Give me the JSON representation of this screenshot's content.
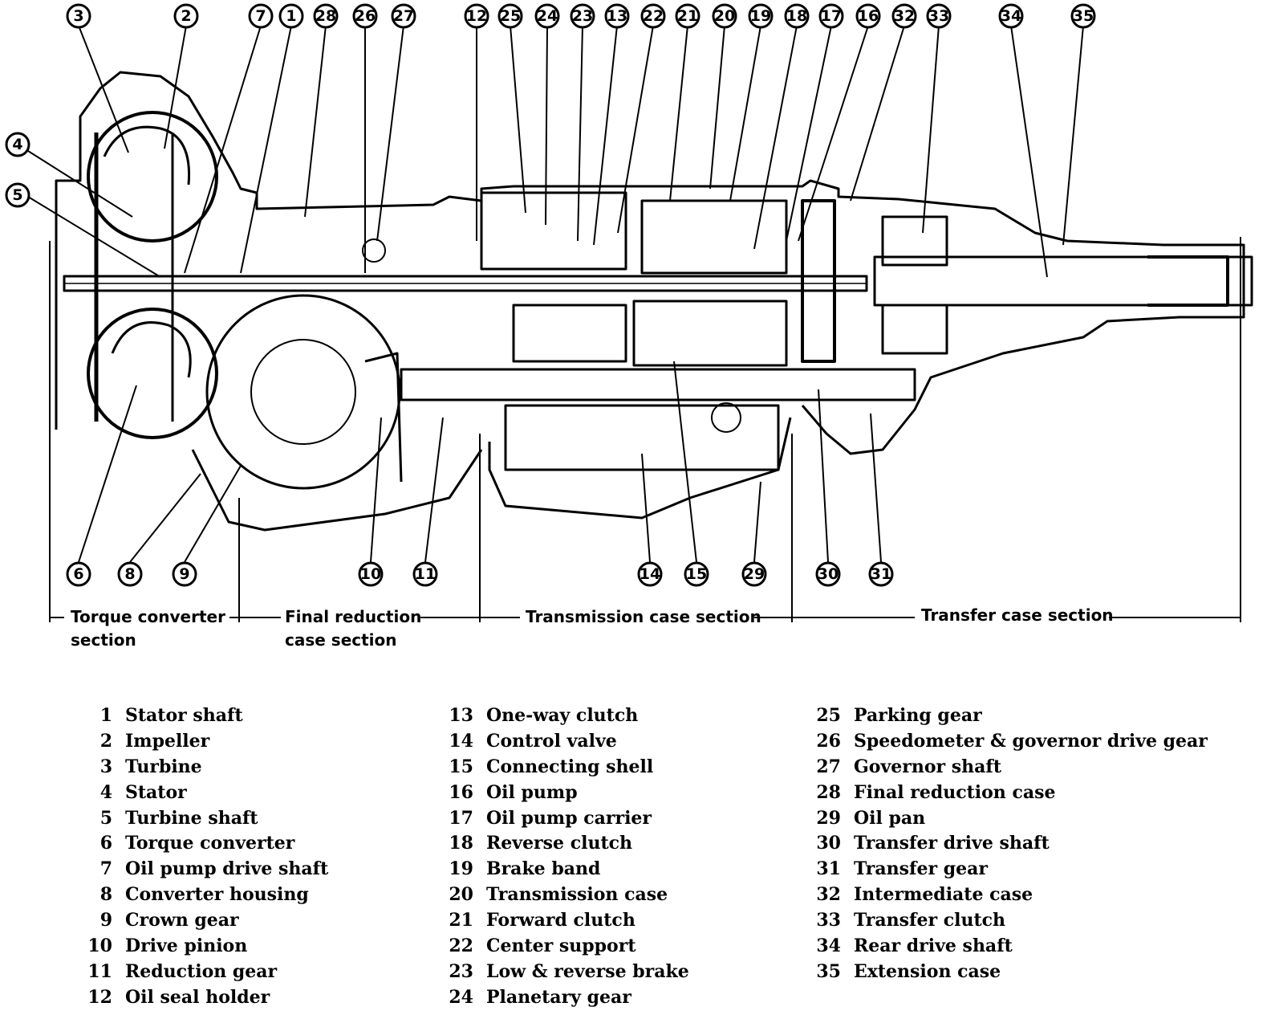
{
  "callouts": [
    "3",
    "2",
    "7",
    "1",
    "28",
    "26",
    "27",
    "12",
    "25",
    "24",
    "23",
    "13",
    "22",
    "21",
    "20",
    "19",
    "18",
    "17",
    "16",
    "32",
    "33",
    "34",
    "35",
    "4",
    "5",
    "6",
    "8",
    "9",
    "10",
    "11",
    "14",
    "15",
    "29",
    "30",
    "31"
  ],
  "sections": {
    "torque": "Torque converter",
    "torque_2": "section",
    "final": "Final reduction",
    "final_2": "case section",
    "transmission": "Transmission case section",
    "transfer": "Transfer case section"
  },
  "legend": [
    {
      "num": "1",
      "label": "Stator shaft"
    },
    {
      "num": "2",
      "label": "Impeller"
    },
    {
      "num": "3",
      "label": "Turbine"
    },
    {
      "num": "4",
      "label": "Stator"
    },
    {
      "num": "5",
      "label": "Turbine shaft"
    },
    {
      "num": "6",
      "label": "Torque converter"
    },
    {
      "num": "7",
      "label": "Oil pump drive shaft"
    },
    {
      "num": "8",
      "label": "Converter housing"
    },
    {
      "num": "9",
      "label": "Crown gear"
    },
    {
      "num": "10",
      "label": "Drive pinion"
    },
    {
      "num": "11",
      "label": "Reduction gear"
    },
    {
      "num": "12",
      "label": "Oil seal holder"
    },
    {
      "num": "13",
      "label": "One-way clutch"
    },
    {
      "num": "14",
      "label": "Control valve"
    },
    {
      "num": "15",
      "label": "Connecting shell"
    },
    {
      "num": "16",
      "label": "Oil pump"
    },
    {
      "num": "17",
      "label": "Oil pump carrier"
    },
    {
      "num": "18",
      "label": "Reverse clutch"
    },
    {
      "num": "19",
      "label": "Brake band"
    },
    {
      "num": "20",
      "label": "Transmission case"
    },
    {
      "num": "21",
      "label": "Forward clutch"
    },
    {
      "num": "22",
      "label": "Center support"
    },
    {
      "num": "23",
      "label": "Low & reverse brake"
    },
    {
      "num": "24",
      "label": "Planetary gear"
    },
    {
      "num": "25",
      "label": "Parking gear"
    },
    {
      "num": "26",
      "label": "Speedometer & governor drive gear"
    },
    {
      "num": "27",
      "label": "Governor shaft"
    },
    {
      "num": "28",
      "label": "Final reduction case"
    },
    {
      "num": "29",
      "label": "Oil pan"
    },
    {
      "num": "30",
      "label": "Transfer drive shaft"
    },
    {
      "num": "31",
      "label": "Transfer gear"
    },
    {
      "num": "32",
      "label": "Intermediate case"
    },
    {
      "num": "33",
      "label": "Transfer clutch"
    },
    {
      "num": "34",
      "label": "Rear drive shaft"
    },
    {
      "num": "35",
      "label": "Extension case"
    }
  ]
}
